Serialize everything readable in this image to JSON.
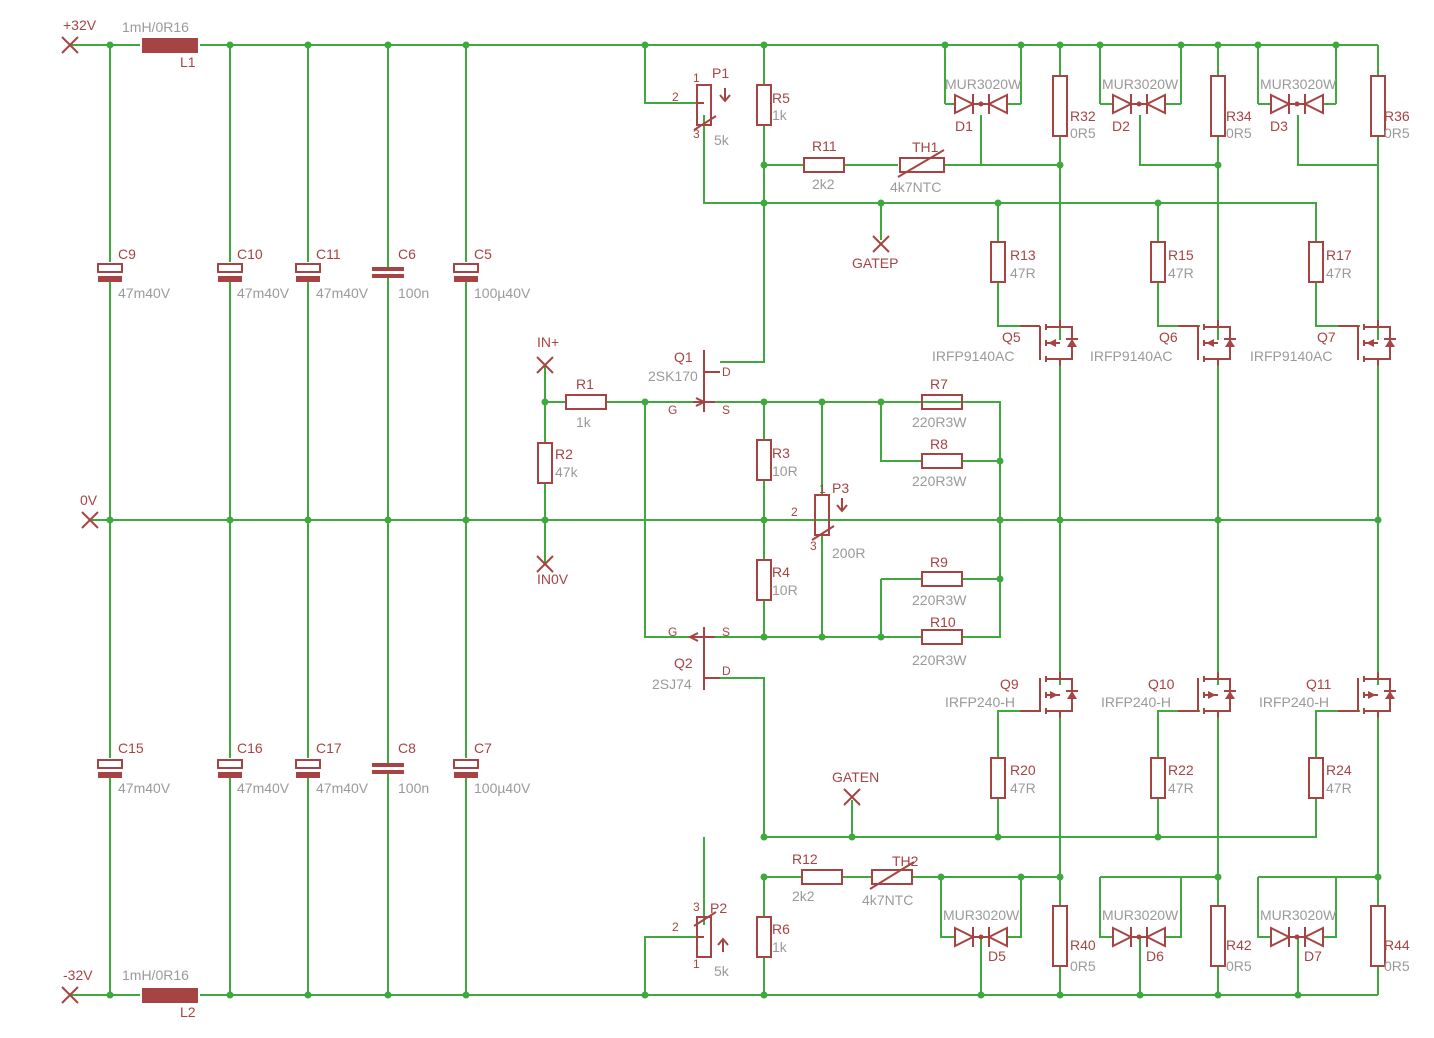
{
  "labels": {
    "p32": "+32V",
    "n32": "-32V",
    "zero": "0V",
    "inp": "IN+",
    "in0": "IN0V",
    "gatep": "GATEP",
    "gaten": "GATEN"
  },
  "pins": {
    "d": "D",
    "s": "S",
    "g": "G",
    "one": "1",
    "two": "2",
    "three": "3"
  },
  "components": {
    "L1": {
      "ref": "L1",
      "value": "1mH/0R16"
    },
    "L2": {
      "ref": "L2",
      "value": "1mH/0R16"
    },
    "C9": {
      "ref": "C9",
      "value": "47m40V"
    },
    "C10": {
      "ref": "C10",
      "value": "47m40V"
    },
    "C11": {
      "ref": "C11",
      "value": "47m40V"
    },
    "C6": {
      "ref": "C6",
      "value": "100n"
    },
    "C5": {
      "ref": "C5",
      "value": "100µ40V"
    },
    "C15": {
      "ref": "C15",
      "value": "47m40V"
    },
    "C16": {
      "ref": "C16",
      "value": "47m40V"
    },
    "C17": {
      "ref": "C17",
      "value": "47m40V"
    },
    "C8": {
      "ref": "C8",
      "value": "100n"
    },
    "C7": {
      "ref": "C7",
      "value": "100µ40V"
    },
    "R1": {
      "ref": "R1",
      "value": "1k"
    },
    "R2": {
      "ref": "R2",
      "value": "47k"
    },
    "Q1": {
      "ref": "Q1",
      "value": "2SK170"
    },
    "Q2": {
      "ref": "Q2",
      "value": "2SJ74"
    },
    "P1": {
      "ref": "P1",
      "value": "5k"
    },
    "P2": {
      "ref": "P2",
      "value": "5k"
    },
    "P3": {
      "ref": "P3",
      "value": "200R"
    },
    "R5": {
      "ref": "R5",
      "value": "1k"
    },
    "R6": {
      "ref": "R6",
      "value": "1k"
    },
    "R3": {
      "ref": "R3",
      "value": "10R"
    },
    "R4": {
      "ref": "R4",
      "value": "10R"
    },
    "R11": {
      "ref": "R11",
      "value": "2k2"
    },
    "R12": {
      "ref": "R12",
      "value": "2k2"
    },
    "TH1": {
      "ref": "TH1",
      "value": "4k7NTC"
    },
    "TH2": {
      "ref": "TH2",
      "value": "4k7NTC"
    },
    "R7": {
      "ref": "R7",
      "value": "220R3W"
    },
    "R8": {
      "ref": "R8",
      "value": "220R3W"
    },
    "R9": {
      "ref": "R9",
      "value": "220R3W"
    },
    "R10": {
      "ref": "R10",
      "value": "220R3W"
    },
    "D1": {
      "ref": "D1",
      "value": "MUR3020W"
    },
    "D2": {
      "ref": "D2",
      "value": "MUR3020W"
    },
    "D3": {
      "ref": "D3",
      "value": "MUR3020W"
    },
    "D5": {
      "ref": "D5",
      "value": "MUR3020W"
    },
    "D6": {
      "ref": "D6",
      "value": "MUR3020W"
    },
    "D7": {
      "ref": "D7",
      "value": "MUR3020W"
    },
    "R32": {
      "ref": "R32",
      "value": "0R5"
    },
    "R34": {
      "ref": "R34",
      "value": "0R5"
    },
    "R36": {
      "ref": "R36",
      "value": "0R5"
    },
    "R40": {
      "ref": "R40",
      "value": "0R5"
    },
    "R42": {
      "ref": "R42",
      "value": "0R5"
    },
    "R44": {
      "ref": "R44",
      "value": "0R5"
    },
    "R13": {
      "ref": "R13",
      "value": "47R"
    },
    "R15": {
      "ref": "R15",
      "value": "47R"
    },
    "R17": {
      "ref": "R17",
      "value": "47R"
    },
    "R20": {
      "ref": "R20",
      "value": "47R"
    },
    "R22": {
      "ref": "R22",
      "value": "47R"
    },
    "R24": {
      "ref": "R24",
      "value": "47R"
    },
    "Q5": {
      "ref": "Q5",
      "value": "IRFP9140AC"
    },
    "Q6": {
      "ref": "Q6",
      "value": "IRFP9140AC"
    },
    "Q7": {
      "ref": "Q7",
      "value": "IRFP9140AC"
    },
    "Q9": {
      "ref": "Q9",
      "value": "IRFP240-H"
    },
    "Q10": {
      "ref": "Q10",
      "value": "IRFP240-H"
    },
    "Q11": {
      "ref": "Q11",
      "value": "IRFP240-H"
    }
  },
  "colors": {
    "wire": "#3fa83f",
    "symbol": "#a64444",
    "value_text": "#9a9a9a",
    "background": "#ffffff"
  }
}
